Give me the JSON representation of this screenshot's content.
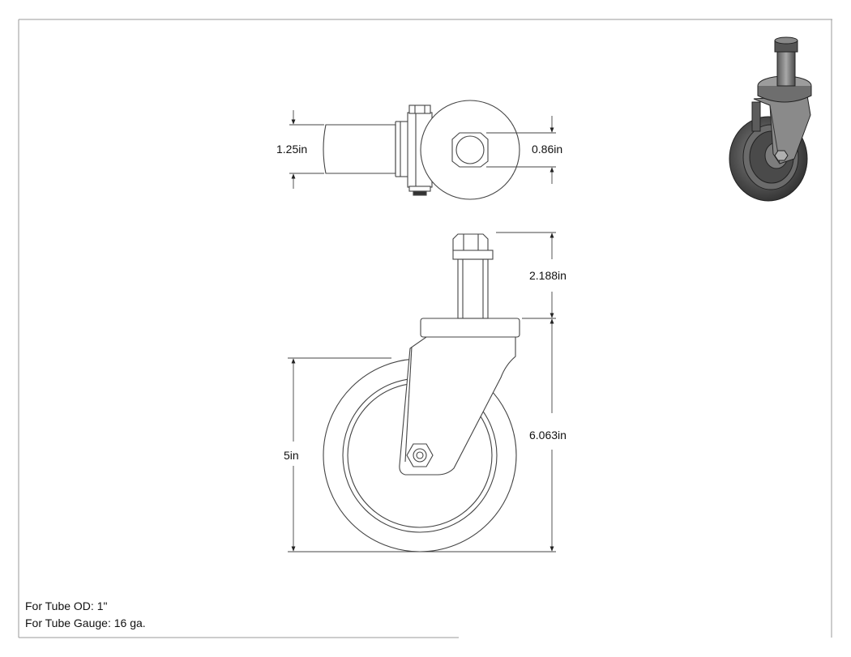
{
  "dimensions": {
    "stem_height_top": "1.25in",
    "stem_diameter": "0.86in",
    "stem_length": "2.188in",
    "wheel_diameter": "5in",
    "overall_height": "6.063in"
  },
  "notes": {
    "tube_od": "For Tube OD: 1\"",
    "tube_gauge": "For Tube Gauge: 16 ga."
  },
  "colors": {
    "line": "#444444",
    "thin_line": "#555555",
    "border": "#9a9a9a",
    "iso_dark": "#3a3a3a",
    "iso_mid": "#6e6e6e",
    "iso_light": "#9c9c9c"
  }
}
